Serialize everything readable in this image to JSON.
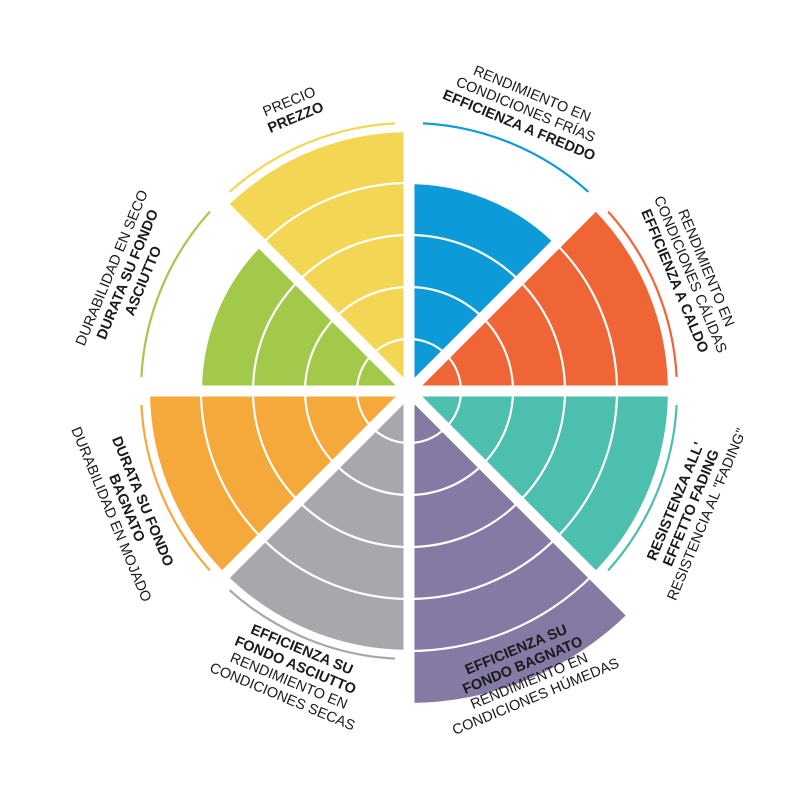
{
  "chart_data": {
    "type": "radial_bar",
    "max_level": 5,
    "categories": [
      {
        "id": "cold",
        "lines": [
          "RENDIMIENTO EN",
          "CONDICIONES FRÍAS",
          "EFFICIENZA A FREDDO"
        ],
        "bold": [
          false,
          false,
          true
        ],
        "value": 4,
        "color": "#0d9ad8"
      },
      {
        "id": "hot",
        "lines": [
          "RENDIMIENTO EN",
          "CONDICIONES CÁLIDAS",
          "EFFICIENZA A CALDO"
        ],
        "bold": [
          false,
          false,
          true
        ],
        "value": 5,
        "color": "#ef6535"
      },
      {
        "id": "fading",
        "lines": [
          "RESISTENZA ALL'",
          "EFFETTO FADING",
          "RESISTENCIA AL \"FADING\""
        ],
        "bold": [
          true,
          true,
          false
        ],
        "value": 5,
        "color": "#4dbfae"
      },
      {
        "id": "wet-efficiency",
        "lines": [
          "EFFICIENZA SU",
          "FONDO BAGNATO",
          "RENDIMIENTO EN",
          "CONDICIONES HÚMEDAS"
        ],
        "bold": [
          true,
          true,
          false,
          false
        ],
        "value": 6,
        "color": "#857aa4"
      },
      {
        "id": "dry-efficiency",
        "lines": [
          "EFFICIENZA SU",
          "FONDO ASCIUTTO",
          "RENDIMIENTO EN",
          "CONDICIONES SECAS"
        ],
        "bold": [
          true,
          true,
          false,
          false
        ],
        "value": 5,
        "color": "#a6a8ab"
      },
      {
        "id": "wet-durability",
        "lines": [
          "DURATA SU FONDO",
          "BAGNATO",
          "DURABILIDAD EN MOJADO"
        ],
        "bold": [
          true,
          true,
          false
        ],
        "value": 5,
        "color": "#f6a93b"
      },
      {
        "id": "dry-durability",
        "lines": [
          "DURABILIDAD EN SECO",
          "DURATA SU FONDO",
          "ASCIUTTO"
        ],
        "bold": [
          false,
          true,
          true
        ],
        "value": 4,
        "color": "#a2c94a"
      },
      {
        "id": "price",
        "lines": [
          "PRECIO",
          "PREZZO"
        ],
        "bold": [
          false,
          true
        ],
        "value": 5,
        "color": "#f2d654"
      }
    ]
  }
}
